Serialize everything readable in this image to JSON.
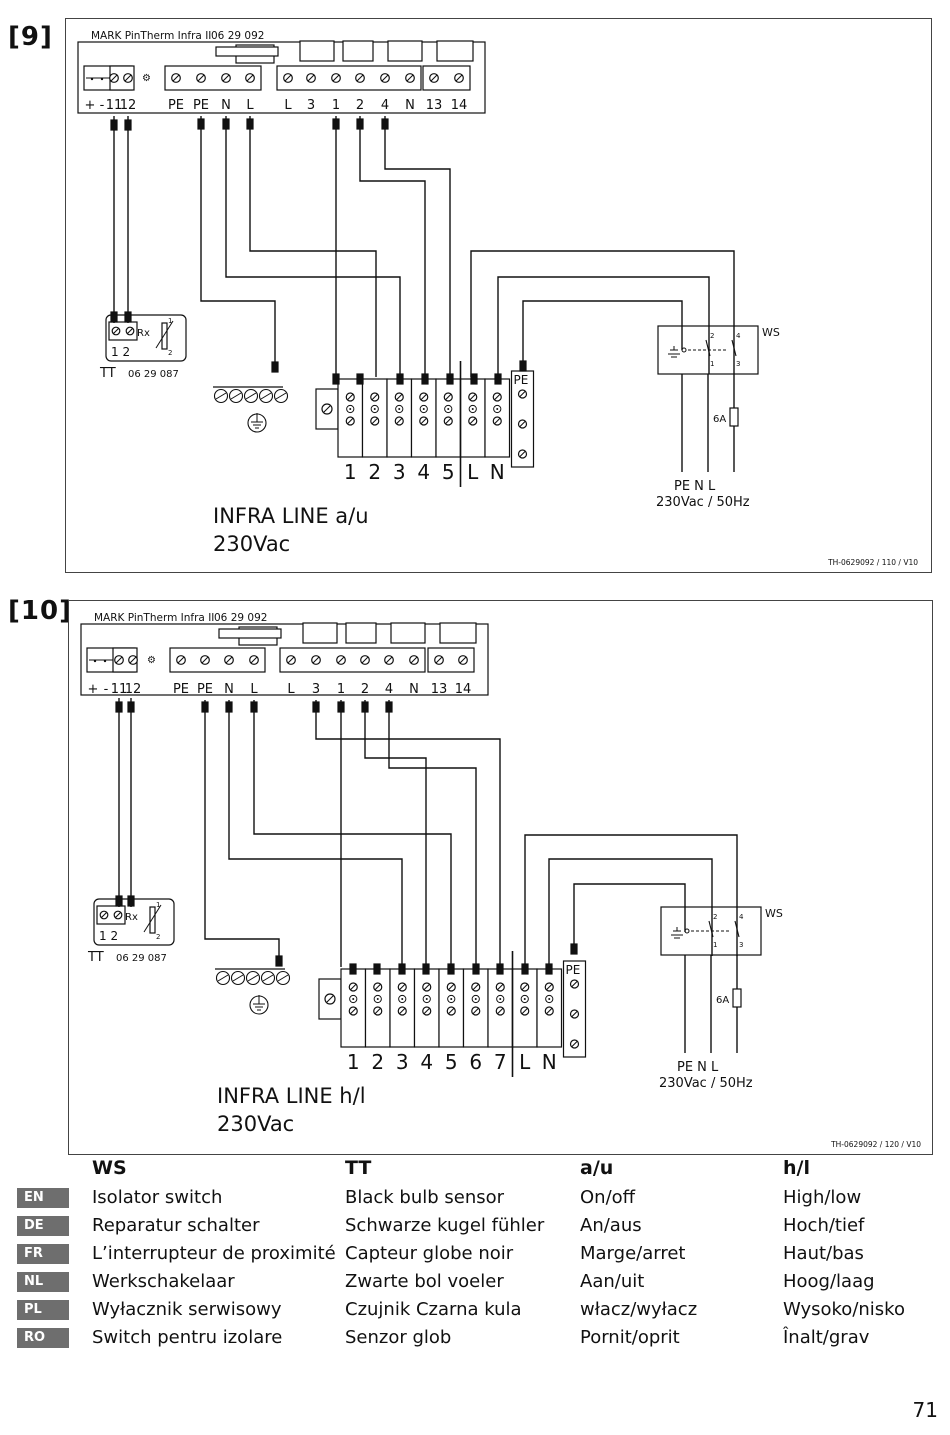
{
  "diagrams": [
    {
      "label": "[9]",
      "device": "MARK PinTherm Infra II",
      "device_code": "06 29 092",
      "terminals": [
        "+",
        "-",
        "11",
        "12",
        "PE",
        "PE",
        "N",
        "L",
        "L",
        "3",
        "1",
        "2",
        "4",
        "N",
        "13",
        "14"
      ],
      "sensor_name": "TT",
      "sensor_code": "06 29 087",
      "sensor_terms": "1 2",
      "sensor_rx": "Rx",
      "strip_labels": [
        "1",
        "2",
        "3",
        "4",
        "5",
        "L",
        "N"
      ],
      "pe_label": "PE",
      "ws_label": "WS",
      "fuse_label": "6A",
      "supply_terms": "PE  N   L",
      "supply_voltage": "230Vac / 50Hz",
      "heater_line1": "INFRA LINE a/u",
      "heater_line2": "230Vac",
      "ref": "TH-0629092 / 110 / V10"
    },
    {
      "label": "[10]",
      "device": "MARK PinTherm Infra II",
      "device_code": "06 29 092",
      "terminals": [
        "+",
        "-",
        "11",
        "12",
        "PE",
        "PE",
        "N",
        "L",
        "L",
        "3",
        "1",
        "2",
        "4",
        "N",
        "13",
        "14"
      ],
      "sensor_name": "TT",
      "sensor_code": "06 29 087",
      "sensor_terms": "1 2",
      "sensor_rx": "Rx",
      "strip_labels": [
        "1",
        "2",
        "3",
        "4",
        "5",
        "6",
        "7",
        "L",
        "N"
      ],
      "pe_label": "PE",
      "ws_label": "WS",
      "fuse_label": "6A",
      "supply_terms": "PE  N   L",
      "supply_voltage": "230Vac / 50Hz",
      "heater_line1": "INFRA LINE h/l",
      "heater_line2": "230Vac",
      "ref": "TH-0629092 / 120 / V10"
    }
  ],
  "legend": {
    "headers": [
      "WS",
      "TT",
      "a/u",
      "h/l"
    ],
    "rows": [
      {
        "lang": "EN",
        "cells": [
          "Isolator switch",
          "Black bulb sensor",
          "On/off",
          "High/low"
        ]
      },
      {
        "lang": "DE",
        "cells": [
          "Reparatur schalter",
          "Schwarze kugel fühler",
          "An/aus",
          "Hoch/tief"
        ]
      },
      {
        "lang": "FR",
        "cells": [
          "L’interrupteur de proximité",
          "Capteur globe noir",
          "Marge/arret",
          "Haut/bas"
        ]
      },
      {
        "lang": "NL",
        "cells": [
          "Werkschakelaar",
          "Zwarte bol voeler",
          "Aan/uit",
          "Hoog/laag"
        ]
      },
      {
        "lang": "PL",
        "cells": [
          "Wyłacznik serwisowy",
          "Czujnik Czarna kula",
          "włacz/wyłacz",
          "Wysoko/nisko"
        ]
      },
      {
        "lang": "RO",
        "cells": [
          "Switch pentru izolare",
          "Senzor glob",
          "Pornit/oprit",
          "Înalt/grav"
        ]
      }
    ]
  },
  "page_number": "71"
}
